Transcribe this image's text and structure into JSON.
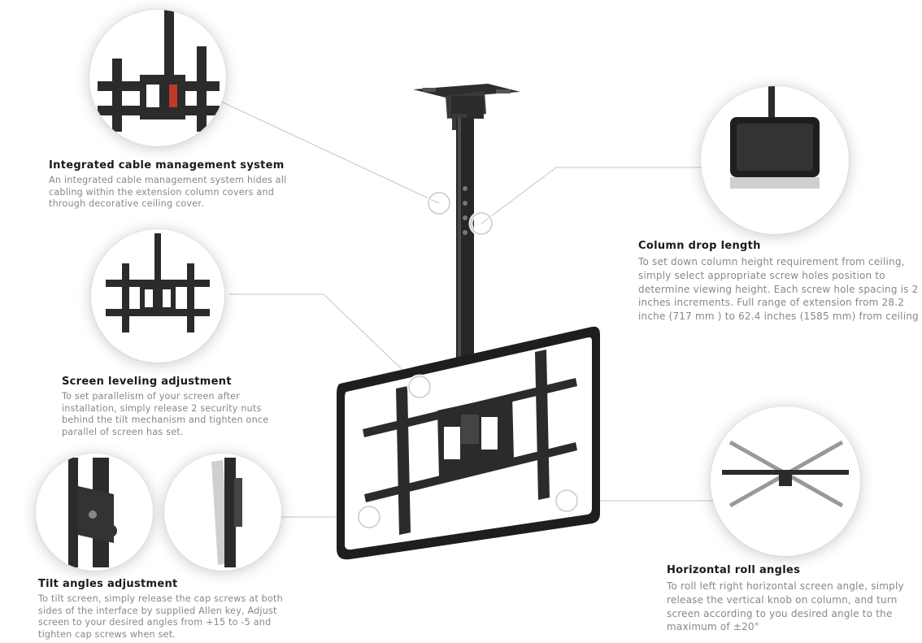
{
  "features": {
    "cable": {
      "title": "Integrated cable management system",
      "description": "An integrated cable management system hides all cabling within the extension column covers and through decorative ceiling cover."
    },
    "leveling": {
      "title": "Screen leveling adjustment",
      "description": "To set parallelism of  your screen after installation, simply release 2 security nuts behind the tilt mechanism and tighten once parallel of  screen has set."
    },
    "tilt": {
      "title": "Tilt angles adjustment",
      "description": "To tilt screen, simply release the cap screws at both sides of the interface by supplied Allen key, Adjust screen to your desired angles from +15 to -5 and tighten cap screws when set."
    },
    "drop": {
      "title": "Column drop length",
      "description": "To set down column height requirement from ceiling, simply select appropriate screw holes position to determine viewing height. Each screw hole spacing is 2 inches increments. Full range of extension from 28.2 inche (717 mm )  to 62.4 inches (1585 mm) from ceiling"
    },
    "roll": {
      "title": "Horizontal roll angles",
      "description": "To roll left right horizontal screen angle, simply release the vertical knob on column, and turn screen according to you desired angle to the maximum of ±20°"
    }
  },
  "colors": {
    "metal": "#2b2b2b",
    "title": "#1a1a1a",
    "body": "#888888",
    "leader": "#bdbdbd"
  }
}
